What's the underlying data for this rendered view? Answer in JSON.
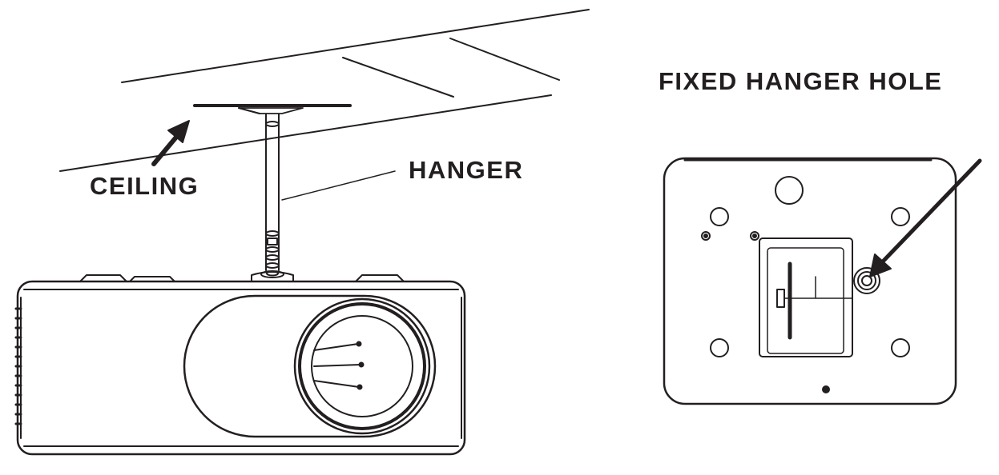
{
  "labels": {
    "ceiling": "CEILING",
    "hanger": "HANGER",
    "fixed_hanger_hole": "FIXED HANGER HOLE"
  },
  "colors": {
    "line": "#231f20",
    "background": "#ffffff"
  }
}
